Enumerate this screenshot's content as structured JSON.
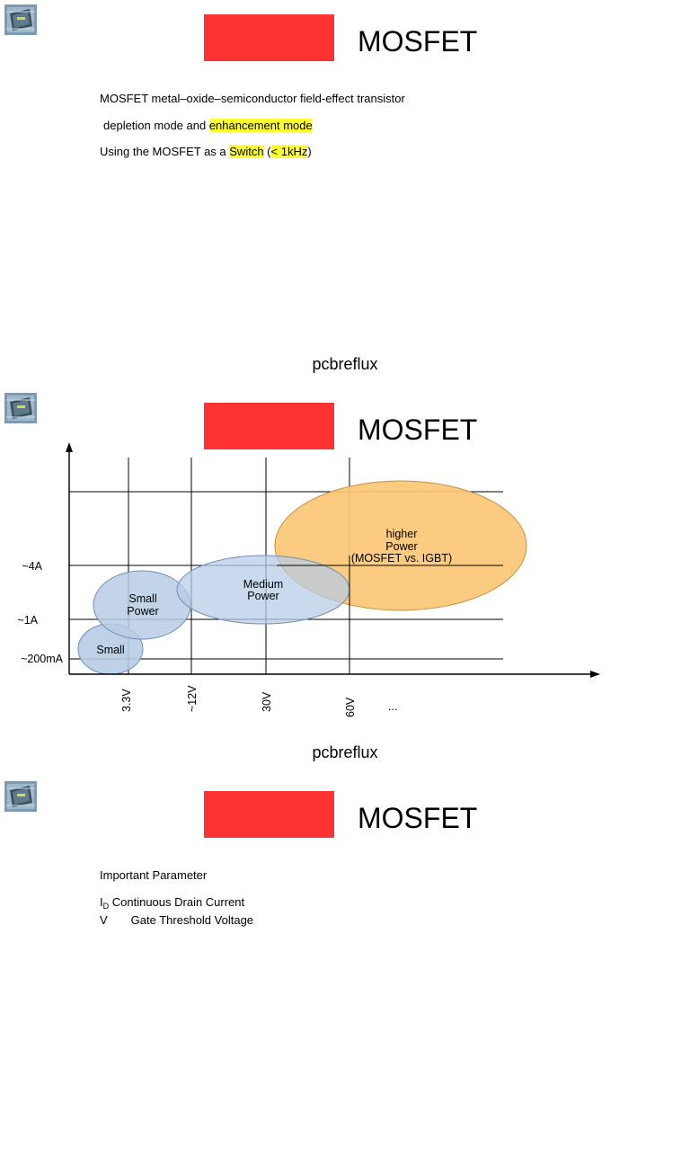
{
  "slides": [
    {
      "title": "MOSFET",
      "lines": {
        "l1": "MOSFET metal–oxide–semiconductor field-effect transistor",
        "l2_pre": "depletion mode and ",
        "l2_hl": "enhancement mode",
        "l3_pre": "Using the MOSFET as a ",
        "l3_hl1": "Switch",
        "l3_mid": " (",
        "l3_hl2": "< 1kHz",
        "l3_post": ")"
      },
      "footer": "pcbreflux"
    },
    {
      "title": "MOSFET",
      "footer": "pcbreflux"
    },
    {
      "title": "MOSFET",
      "lines": {
        "l1": "Important Parameter",
        "l2_sym": "I",
        "l2_sub": "D",
        "l2_text": " Continuous Drain Current",
        "l3_sym": "V",
        "l3_text": "Gate Threshold Voltage"
      }
    }
  ],
  "chart_data": {
    "type": "bubble",
    "y_ticks": [
      "~200mA",
      "~1A",
      "~4A"
    ],
    "x_ticks": [
      "3.3V",
      "~12V",
      "30V",
      "60V",
      "..."
    ],
    "regions": [
      {
        "label": [
          "Small"
        ],
        "x_range": [
          "<3.3V",
          "~3.3V"
        ],
        "y_range": [
          "<~200mA",
          "~1A"
        ],
        "color": "#b8cce4"
      },
      {
        "label": [
          "Small",
          "Power"
        ],
        "x_range": [
          "<3.3V",
          "~12V"
        ],
        "y_range": [
          "~200mA",
          "~4A"
        ],
        "color": "#b8cce4"
      },
      {
        "label": [
          "Medium",
          "Power"
        ],
        "x_range": [
          "~12V",
          "60V"
        ],
        "y_range": [
          "~1A",
          "~4A"
        ],
        "color": "#b8cce4"
      },
      {
        "label": [
          "higher",
          "Power",
          "(MOSFET vs. IGBT)"
        ],
        "x_range": [
          "30V",
          ">60V"
        ],
        "y_range": [
          "~1A",
          ">~4A"
        ],
        "color": "#fac775"
      }
    ]
  }
}
